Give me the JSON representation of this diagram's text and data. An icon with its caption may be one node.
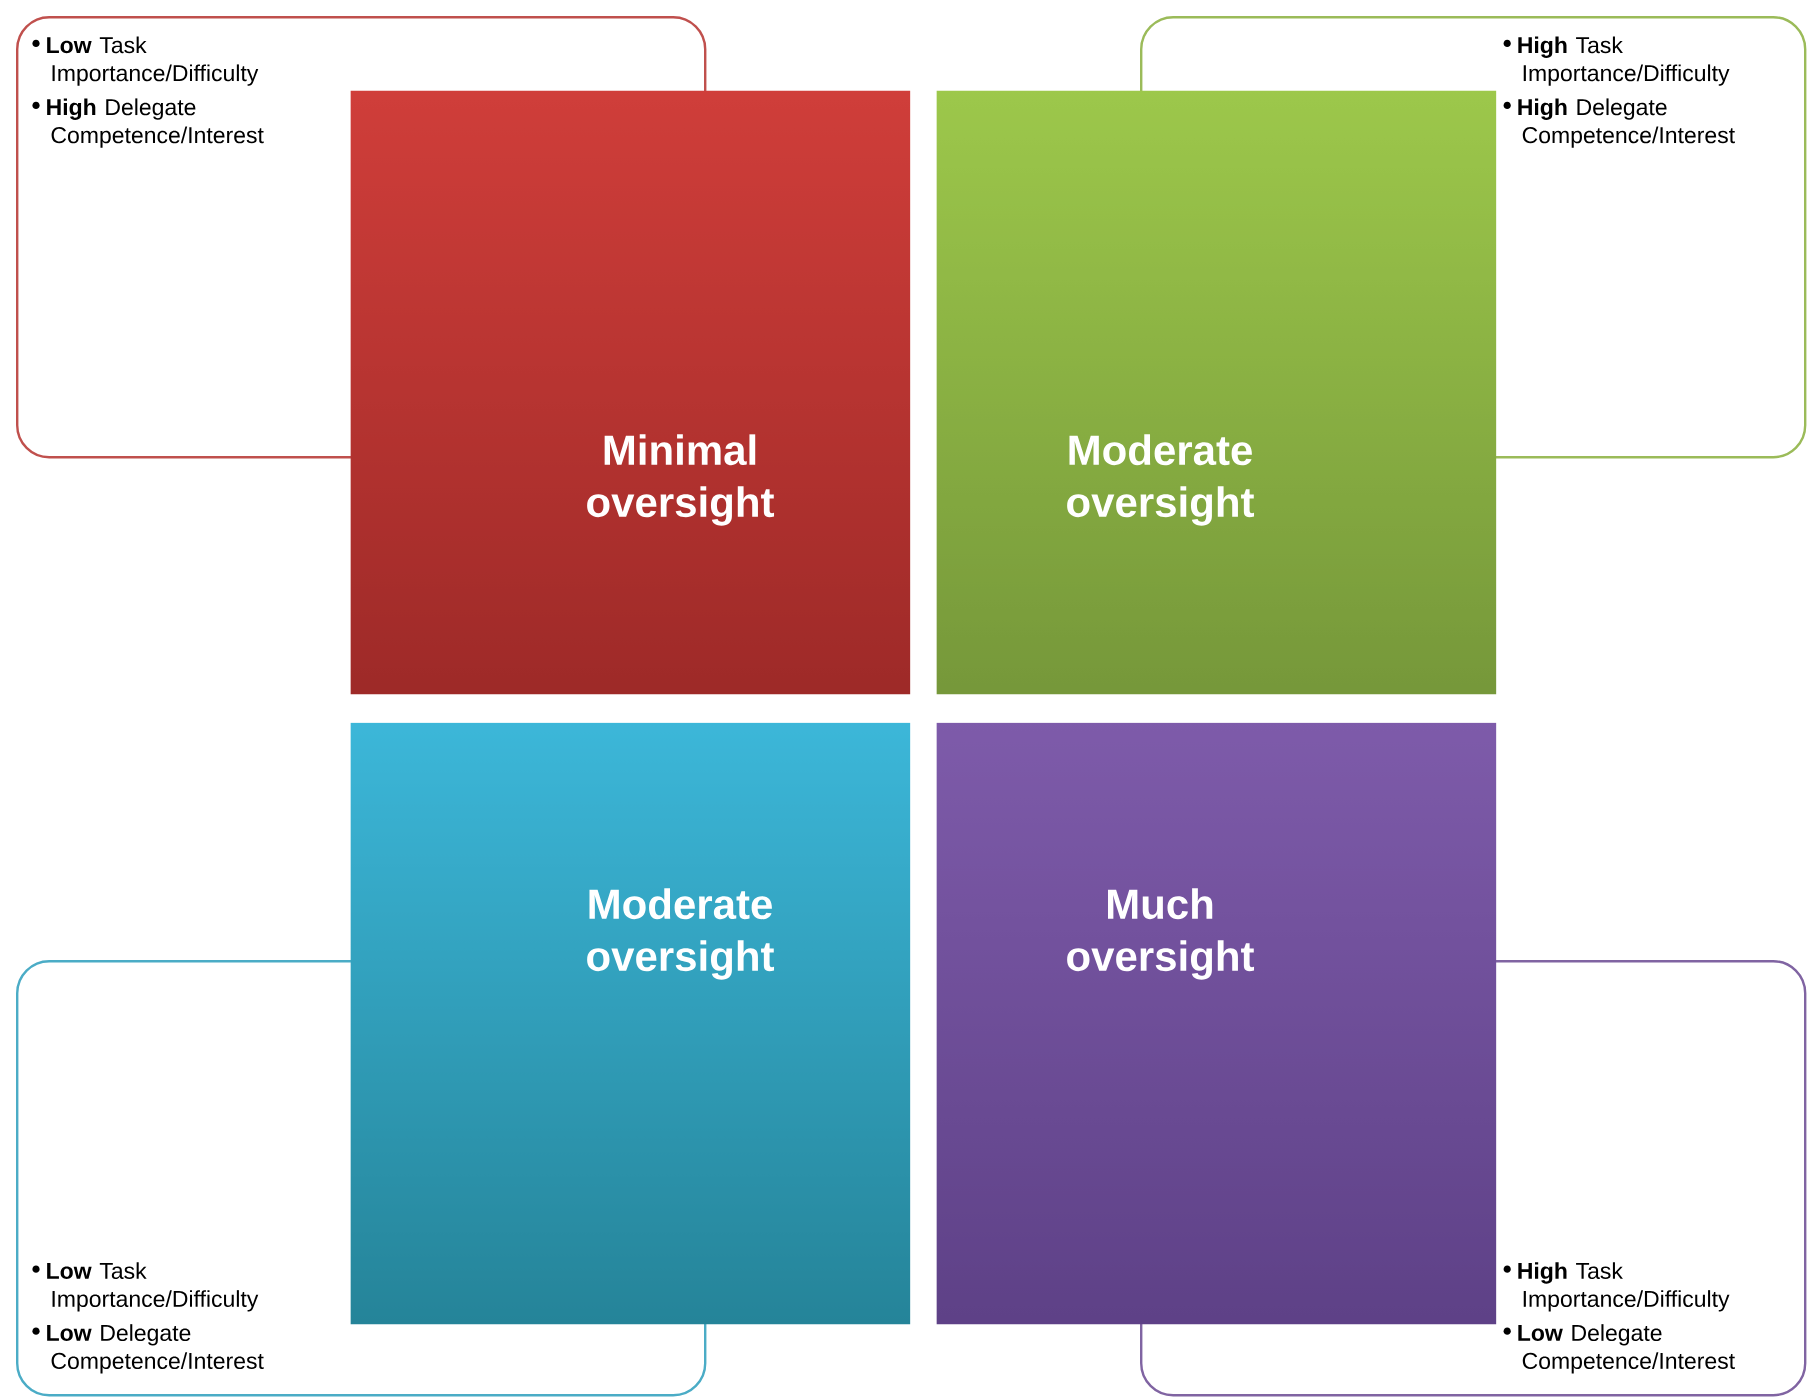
{
  "diagram": {
    "nodes": [
      {
        "text": [
          "**Low** Task Importance/Difficulty",
          "**High** Delegate Competence/Interest"
        ]
      },
      {
        "text": [
          "**High** Task Importance/Difficulty",
          "**High** Delegate Competence/Interest"
        ]
      },
      {
        "text": [
          "**Low** Task Importance/Difficulty",
          "**Low** Delegate Competence/Interest"
        ]
      },
      {
        "text": [
          "**High** Task Importance/Difficulty",
          "**Low** Delegate Competence/Interest"
        ]
      },
      {
        "text": [
          "Minimal oversight"
        ]
      },
      {
        "text": [
          "Moderate oversight"
        ]
      },
      {
        "text": [
          "Moderate oversight"
        ]
      },
      {
        "text": [
          "Much oversight"
        ]
      }
    ]
  }
}
